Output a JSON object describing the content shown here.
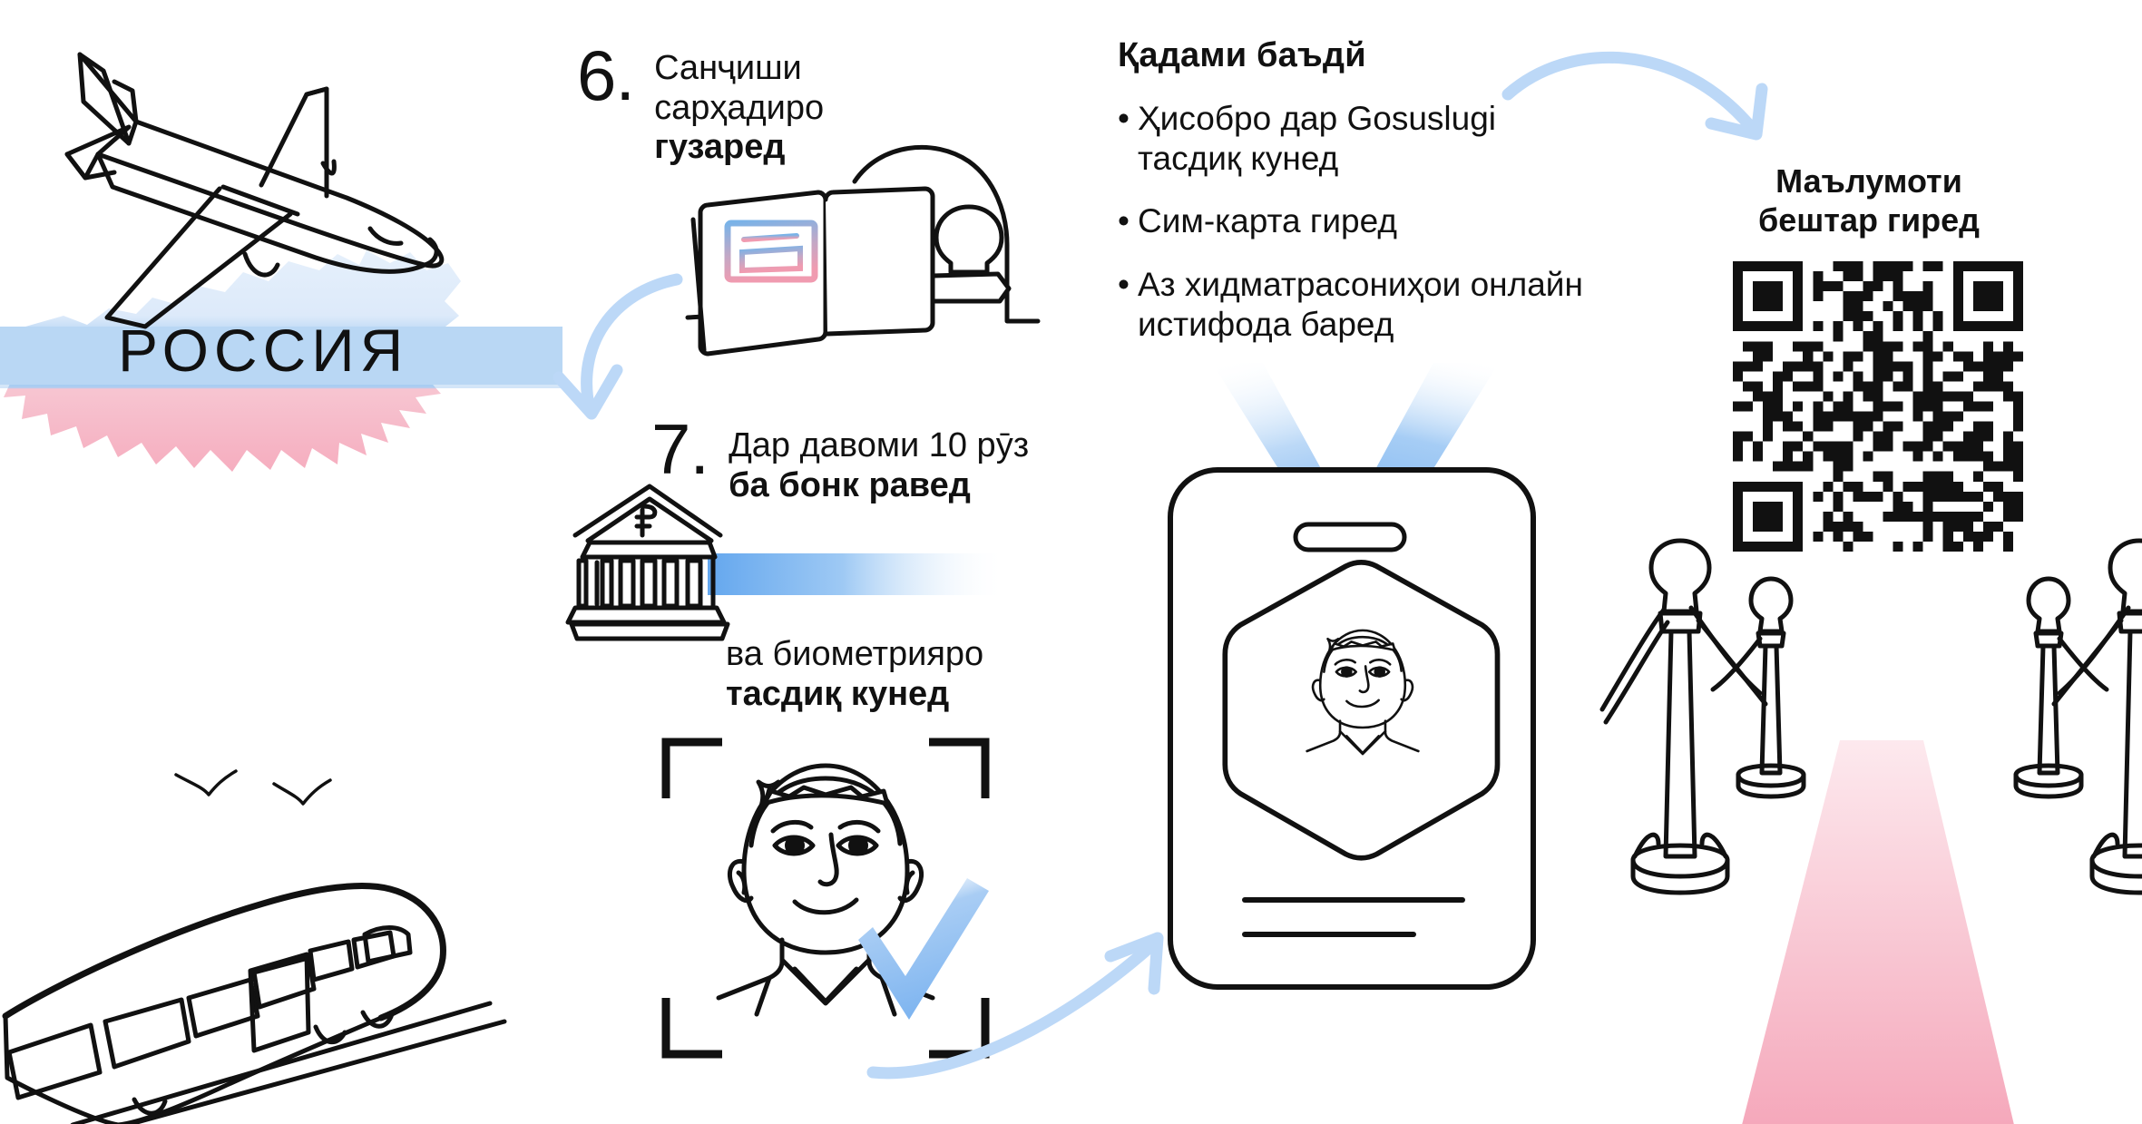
{
  "meta": {
    "language": "Tajik (Cyrillic)",
    "background_color": "#ffffff",
    "accent_blue": "#a8cdf5",
    "accent_blue_strong": "#7fb5f0",
    "accent_pink": "#f6b9c6",
    "ink": "#111111"
  },
  "map": {
    "country_label": "РОССИЯ",
    "flag_colors": [
      "#ffffff",
      "#b8d7f4",
      "#f5a8bb"
    ]
  },
  "steps": [
    {
      "number": "6.",
      "line_regular_1": "Санҷиши",
      "line_regular_2": "сарҳадиро",
      "line_bold": "гузаред",
      "illustration": "passport-stamp-border-gate"
    },
    {
      "number": "7.",
      "line_regular_1": "Дар давоми 10 рӯз",
      "line_bold": "ба бонк равед",
      "illustration": "bank-building-ruble"
    }
  ],
  "biometric": {
    "line_regular": "ва биометрияро",
    "line_bold": "тасдиқ кунед",
    "illustration": "face-scan-frame-checkmark"
  },
  "next_steps": {
    "heading": "Қадами баъдй",
    "bullet_marker": "•",
    "items": [
      "Ҳисобро дар Gosuslugi тасдиқ кунед",
      "Сим-карта гиред",
      "Аз хидматрасониҳои онлайн истифода баред"
    ]
  },
  "qr": {
    "title_line_1": "Маълумоти",
    "title_line_2": "бештар гиред",
    "modules": 29
  },
  "illustrations": [
    {
      "name": "airplane",
      "style": "line-art"
    },
    {
      "name": "train",
      "style": "line-art"
    },
    {
      "name": "birds",
      "style": "line-art"
    },
    {
      "name": "id-badge-card",
      "style": "line-art"
    },
    {
      "name": "stanchions-red-carpet",
      "style": "line-art"
    }
  ],
  "arrows": [
    {
      "name": "arrow-passport-to-bank",
      "direction": "down-left",
      "color": "#bcd8f7"
    },
    {
      "name": "arrow-face-to-badge",
      "direction": "up-right",
      "color": "#bcd8f7"
    },
    {
      "name": "arrow-nextsteps-to-qr",
      "direction": "down-right",
      "color": "#bcd8f7"
    }
  ],
  "ruble_symbol": "₽"
}
